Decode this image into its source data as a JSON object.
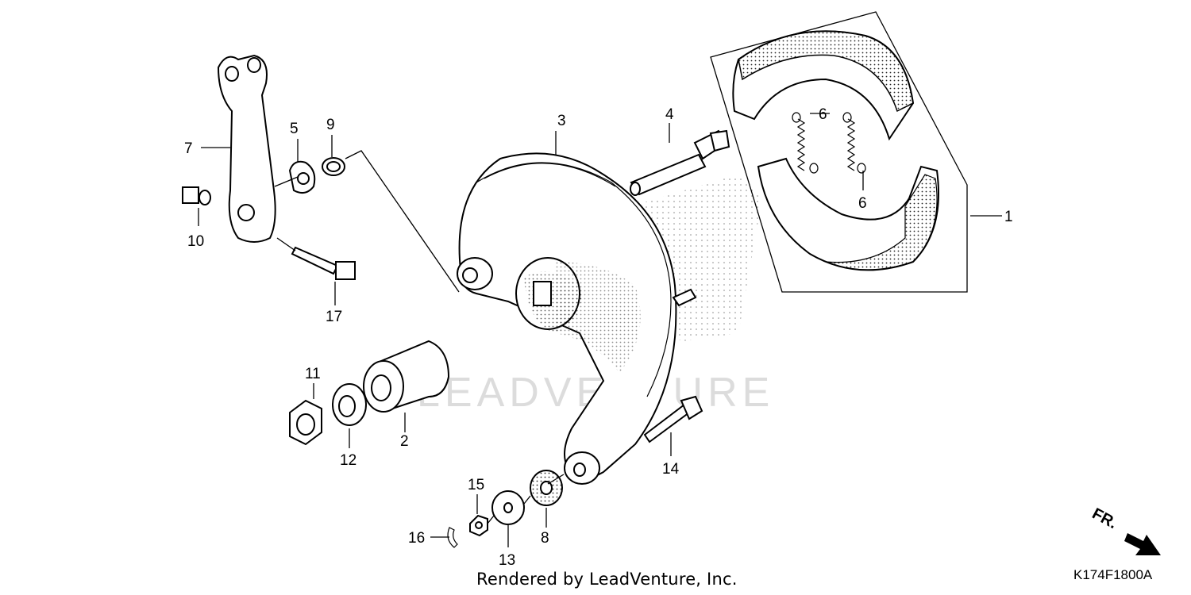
{
  "diagram": {
    "callouts": [
      {
        "id": "1",
        "label": "1"
      },
      {
        "id": "2",
        "label": "2"
      },
      {
        "id": "3",
        "label": "3"
      },
      {
        "id": "4",
        "label": "4"
      },
      {
        "id": "5",
        "label": "5"
      },
      {
        "id": "6a",
        "label": "6"
      },
      {
        "id": "6b",
        "label": "6"
      },
      {
        "id": "7",
        "label": "7"
      },
      {
        "id": "8",
        "label": "8"
      },
      {
        "id": "9",
        "label": "9"
      },
      {
        "id": "10",
        "label": "10"
      },
      {
        "id": "11",
        "label": "11"
      },
      {
        "id": "12",
        "label": "12"
      },
      {
        "id": "13",
        "label": "13"
      },
      {
        "id": "14",
        "label": "14"
      },
      {
        "id": "15",
        "label": "15"
      },
      {
        "id": "16",
        "label": "16"
      },
      {
        "id": "17",
        "label": "17"
      }
    ],
    "watermark": "LEADVENTURE",
    "direction_label": "FR.",
    "footer_text": "Rendered by LeadVenture, Inc.",
    "diagram_code": "K174F1800A"
  }
}
